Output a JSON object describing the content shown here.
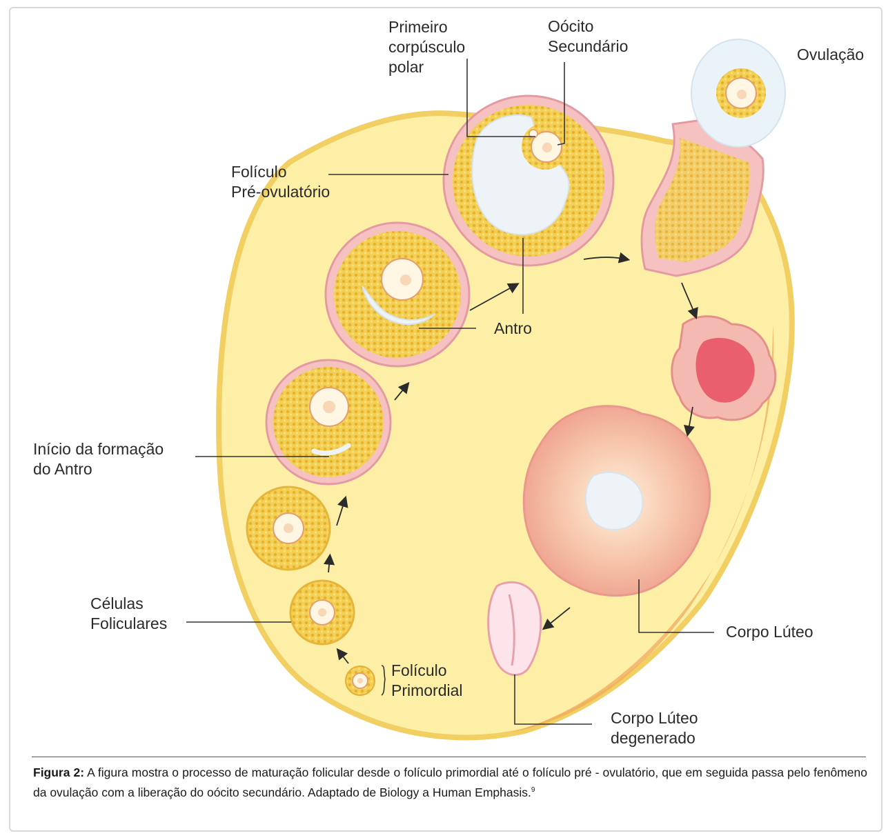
{
  "labels": {
    "primeiro_corpusculo": "Primeiro\ncorpúsculo\npolar",
    "oocito_secundario": "Oócito\nSecundário",
    "ovulacao": "Ovulação",
    "foliculo_pre": "Folículo\nPré-ovulatório",
    "antro": "Antro",
    "inicio_antro": "Início da formação\ndo Antro",
    "celulas_foliculares": "Células\nFoliculares",
    "foliculo_primordial": "Folículo\nPrimordial",
    "corpo_luteo": "Corpo Lúteo",
    "corpo_luteo_degenerado": "Corpo Lúteo\ndegenerado"
  },
  "caption": {
    "prefix": "Figura 2:",
    "text": " A figura mostra o processo de maturação folicular desde o folículo primordial até o folículo pré - ovulatório, que em seguida passa pelo fenômeno da ovulação com a liberação do oócito secundário. Adaptado de Biology a Human Emphasis.",
    "ref": "9"
  }
}
